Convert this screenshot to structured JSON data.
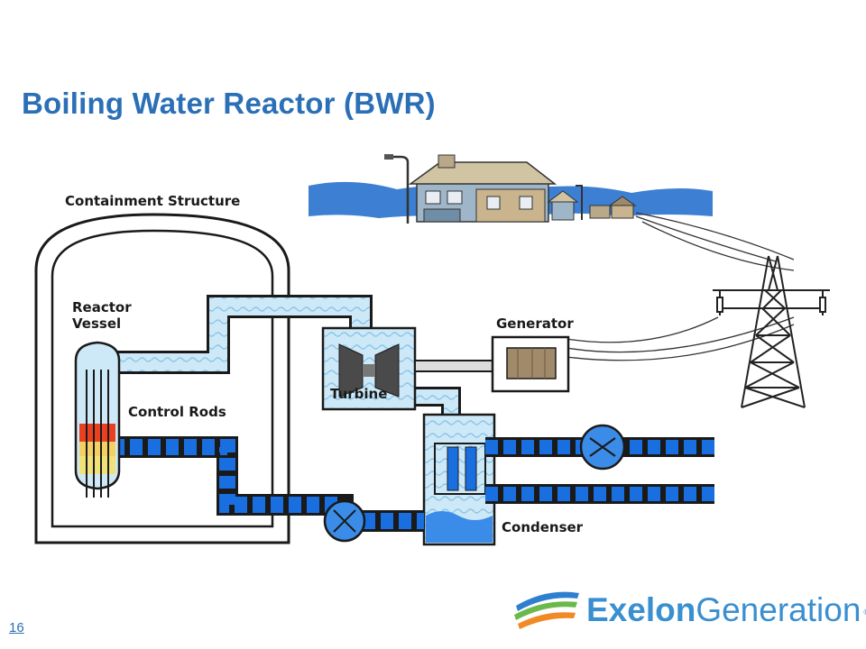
{
  "slide": {
    "title": "Boiling Water Reactor (BWR)",
    "page_number": "16"
  },
  "diagram": {
    "labels": {
      "containment": "Containment Structure",
      "reactor_line1": "Reactor",
      "reactor_line2": "Vessel",
      "control_rods": "Control Rods",
      "turbine": "Turbine",
      "generator": "Generator",
      "condenser": "Condenser"
    },
    "colors": {
      "steam_pipe": "#bfe3f6",
      "water_pipe": "#1a6fe0",
      "pipe_outline": "#1a1a1a",
      "core_hot": "#e84020",
      "core_fuel": "#f5e06a"
    }
  },
  "branding": {
    "company": "Exelon",
    "division": "Generation",
    "reg_mark": "®"
  }
}
